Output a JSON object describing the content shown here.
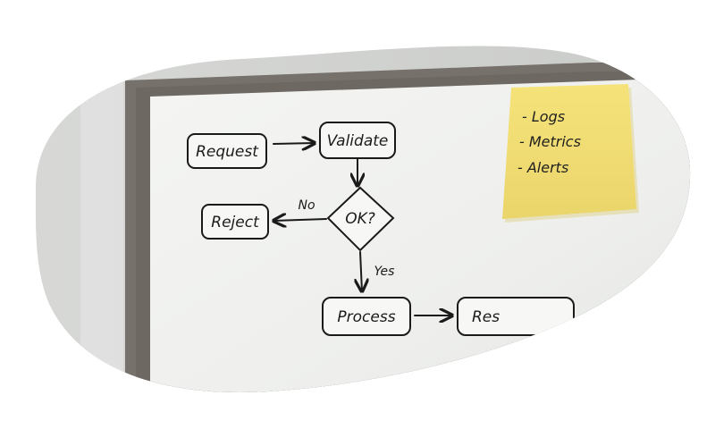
{
  "flowchart": {
    "request": "Request",
    "validate": "Validate",
    "decision": "OK?",
    "reject": "Reject",
    "process": "Process",
    "response_partial": "Res",
    "no_label": "No",
    "yes_label": "Yes"
  },
  "sticky_note": {
    "items": [
      "- Logs",
      "- Metrics",
      "- Alerts"
    ]
  }
}
